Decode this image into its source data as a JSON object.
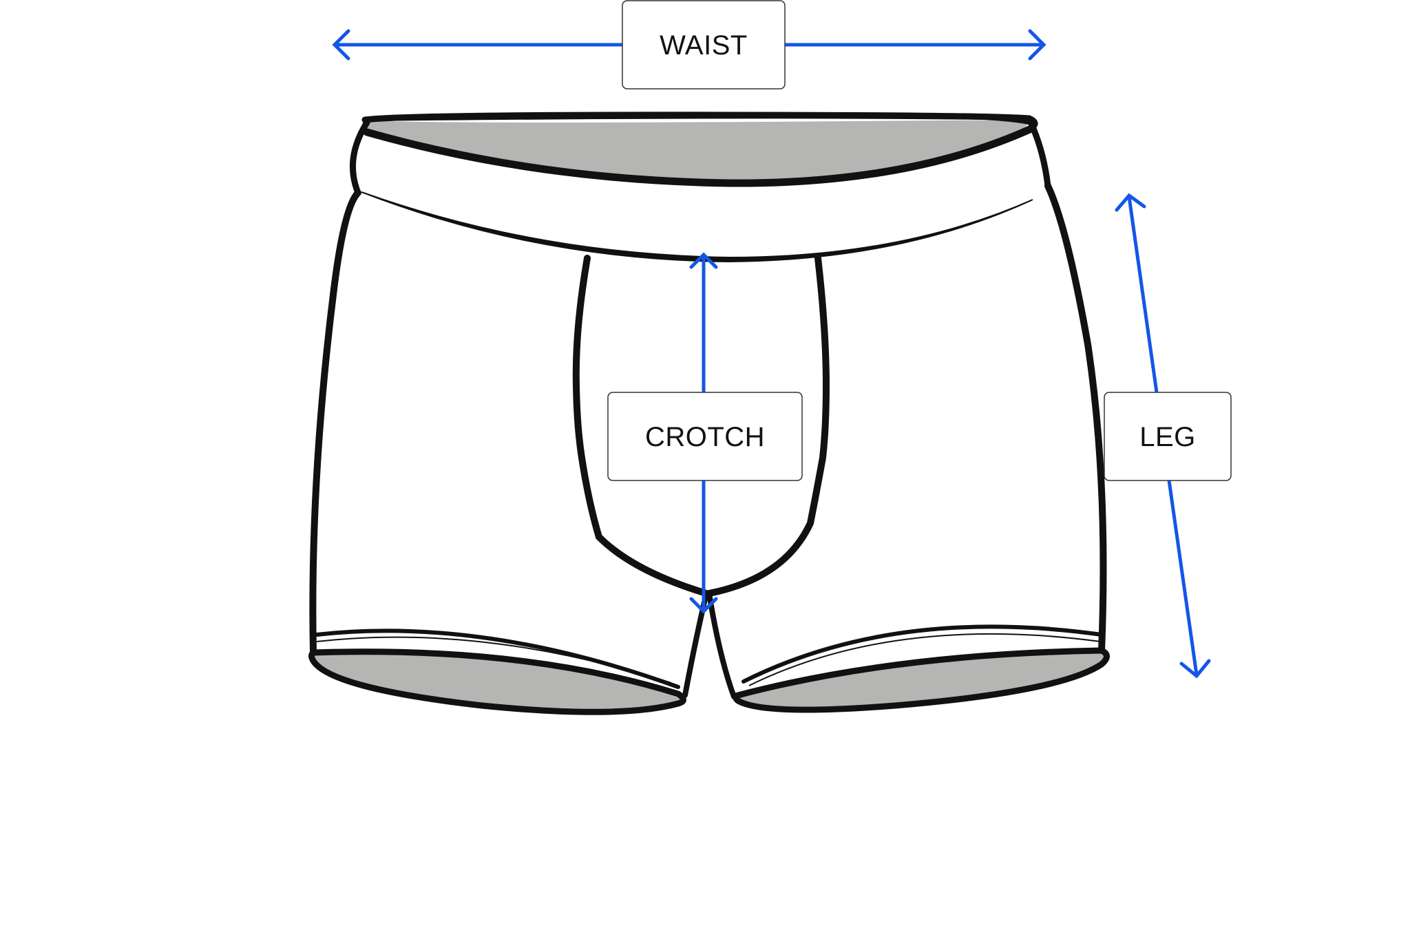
{
  "diagram": {
    "labels": {
      "waist": "WAIST",
      "crotch": "CROTCH",
      "leg": "LEG"
    },
    "colors": {
      "arrow": "#1456e6",
      "outline": "#111111",
      "inner_fill": "#b5b5b3",
      "label_border": "#333333",
      "background": "#ffffff"
    }
  }
}
